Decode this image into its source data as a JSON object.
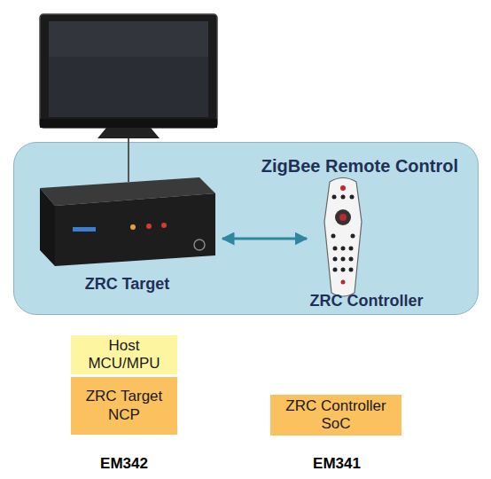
{
  "diagram": {
    "nodes": [
      {
        "text": [
          "ZigBee Remote Control"
        ]
      },
      {
        "text": [
          "ZRC Target"
        ],
        "in": 0
      },
      {
        "text": [
          "ZRC Controller"
        ],
        "in": 0
      },
      {
        "text": [
          "Host MCU/MPU"
        ]
      },
      {
        "text": [
          "ZRC Target NCP"
        ]
      },
      {
        "text": [
          "ZRC Controller SoC"
        ]
      }
    ],
    "edges": [
      {
        "from": 1,
        "to": 2,
        "arrow": "both"
      }
    ],
    "labels": [
      "EM342",
      "EM341"
    ]
  }
}
